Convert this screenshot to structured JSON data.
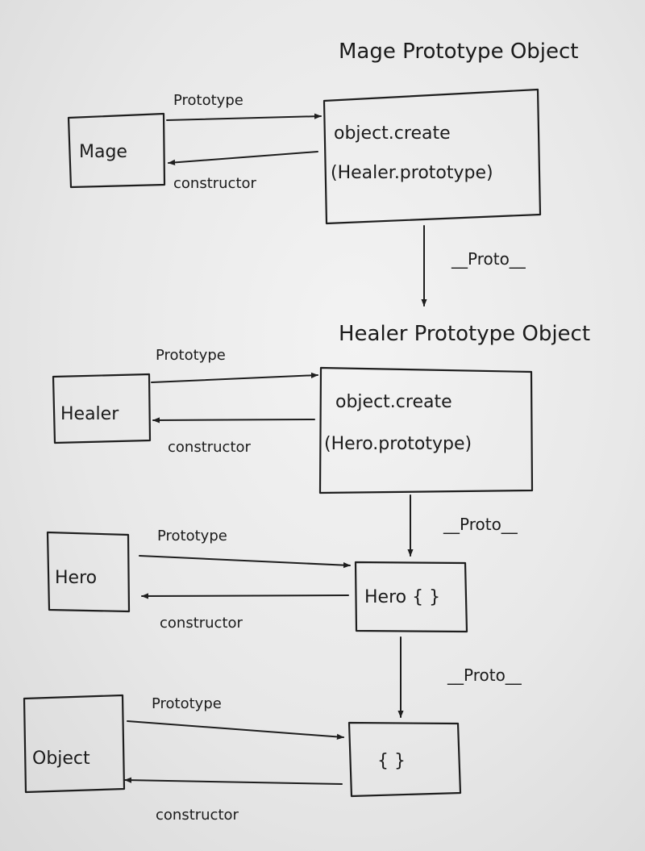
{
  "headings": {
    "mage_proto_object": "Mage Prototype Object",
    "healer_proto_object": "Healer Prototype Object"
  },
  "nodes": {
    "mage": "Mage",
    "mage_proto_line1": "object.create",
    "mage_proto_line2": "(Healer.prototype)",
    "healer": "Healer",
    "healer_proto_line1": "object.create",
    "healer_proto_line2": "(Hero.prototype)",
    "hero": "Hero",
    "hero_proto": "Hero { }",
    "object": "Object",
    "object_proto": "{ }"
  },
  "edges": {
    "mage_prototype": "Prototype",
    "mage_constructor": "constructor",
    "healer_prototype": "Prototype",
    "healer_constructor": "constructor",
    "hero_prototype": "Prototype",
    "hero_constructor": "constructor",
    "object_prototype": "Prototype",
    "object_constructor": "constructor",
    "proto_1": "__Proto__",
    "proto_2": "__Proto__",
    "proto_3": "__Proto__"
  }
}
